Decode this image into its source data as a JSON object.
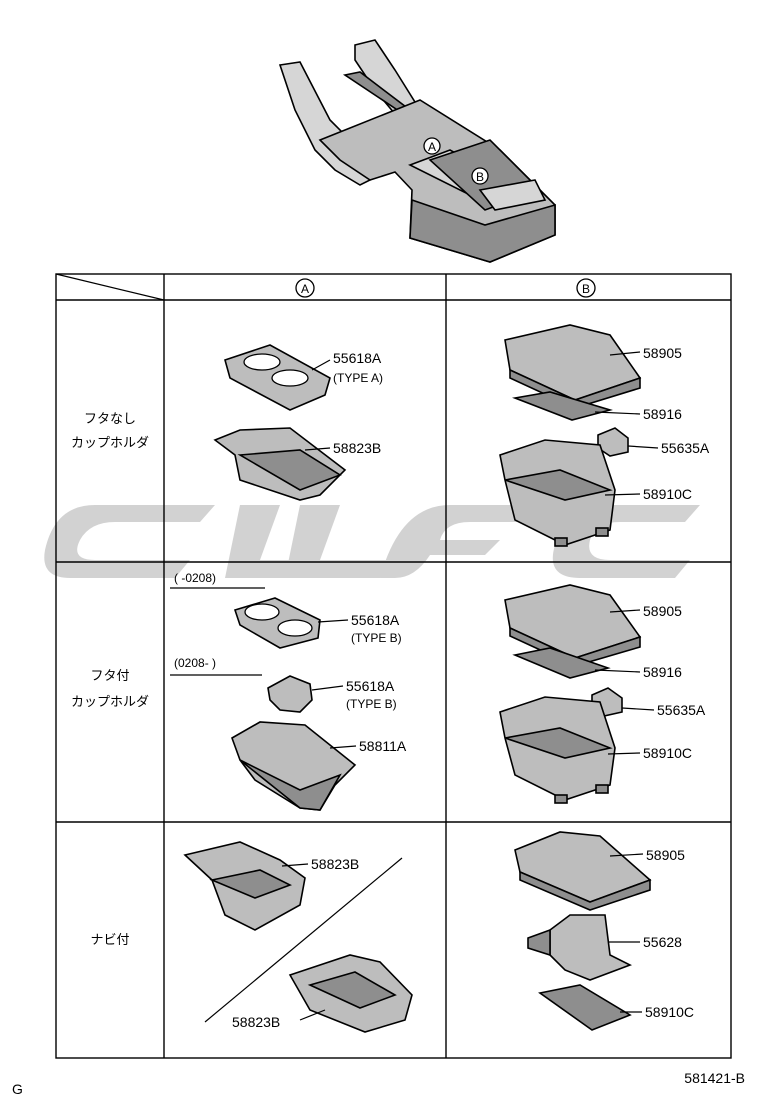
{
  "header": {
    "col_a": "A",
    "col_b": "B"
  },
  "rows": [
    {
      "label_line1": "フタなし",
      "label_line2": "カップホルダ"
    },
    {
      "label_line1": "フタ付",
      "label_line2": "カップホルダ"
    },
    {
      "label_line1": "ナビ付",
      "label_line2": ""
    }
  ],
  "console": {
    "marker_a": "A",
    "marker_b": "B"
  },
  "cells": {
    "r1a": {
      "p1": "55618A",
      "p1_note": "(TYPE A)",
      "p2": "58823B"
    },
    "r1b": {
      "p1": "58905",
      "p2": "58916",
      "p3": "55635A",
      "p4": "58910C"
    },
    "r2a": {
      "range1": "(        -0208)",
      "p1": "55618A",
      "p1_note": "(TYPE B)",
      "range2": "(0208-        )",
      "p2": "55618A",
      "p2_note": "(TYPE B)",
      "p3": "58811A"
    },
    "r2b": {
      "p1": "58905",
      "p2": "58916",
      "p3": "55635A",
      "p4": "58910C"
    },
    "r3a": {
      "p1": "58823B",
      "p2": "58823B"
    },
    "r3b": {
      "p1": "58905",
      "p2": "55628",
      "p3": "58910C"
    }
  },
  "footer": {
    "left_code": "G",
    "diagram_id": "581421-B"
  }
}
